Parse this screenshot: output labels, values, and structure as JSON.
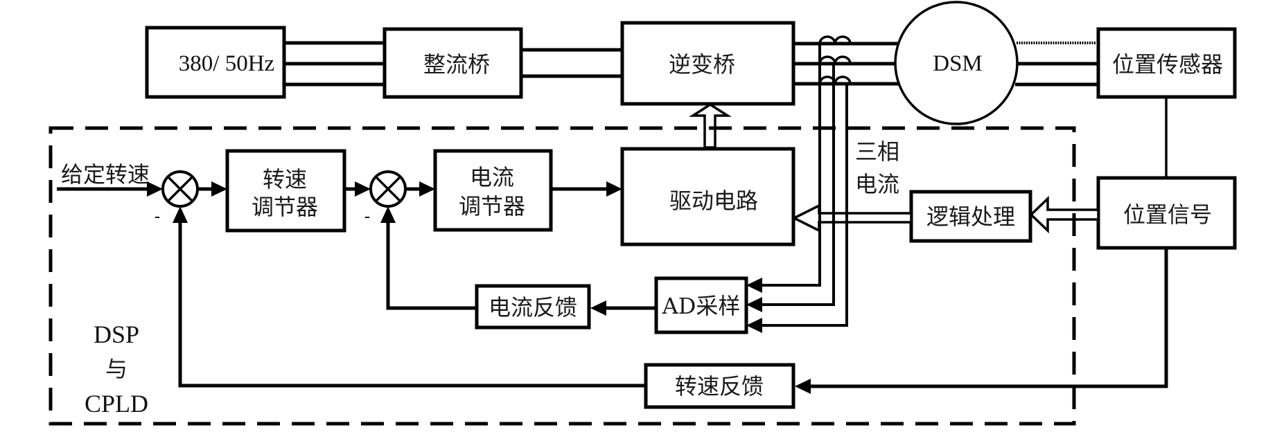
{
  "diagram": {
    "power_source": {
      "label": "380/ 50Hz"
    },
    "rectifier": {
      "label": "整流桥"
    },
    "inverter": {
      "label": "逆变桥"
    },
    "motor": {
      "label": "DSM"
    },
    "position_sensor": {
      "label": "位置传感器"
    },
    "reference_speed": {
      "label": "给定转速"
    },
    "speed_regulator": {
      "lines": [
        "转速",
        "调节器"
      ]
    },
    "current_regulator": {
      "lines": [
        "电流",
        "调节器"
      ]
    },
    "drive_circuit": {
      "label": "驱动电路"
    },
    "three_phase_current": {
      "lines": [
        "三相",
        "电流"
      ]
    },
    "logic_processing": {
      "label": "逻辑处理"
    },
    "position_signal": {
      "label": "位置信号"
    },
    "ad_sampling": {
      "label": "AD采样"
    },
    "current_feedback": {
      "label": "电流反馈"
    },
    "speed_feedback": {
      "label": "转速反馈"
    },
    "controller_region": {
      "lines": [
        "DSP",
        "与",
        "CPLD"
      ]
    },
    "summing_junctions": [
      {
        "feedback_sign": "-"
      },
      {
        "feedback_sign": "-"
      }
    ]
  },
  "colors": {
    "line": "#000000",
    "background": "#ffffff",
    "text": "#1a1a1a"
  }
}
